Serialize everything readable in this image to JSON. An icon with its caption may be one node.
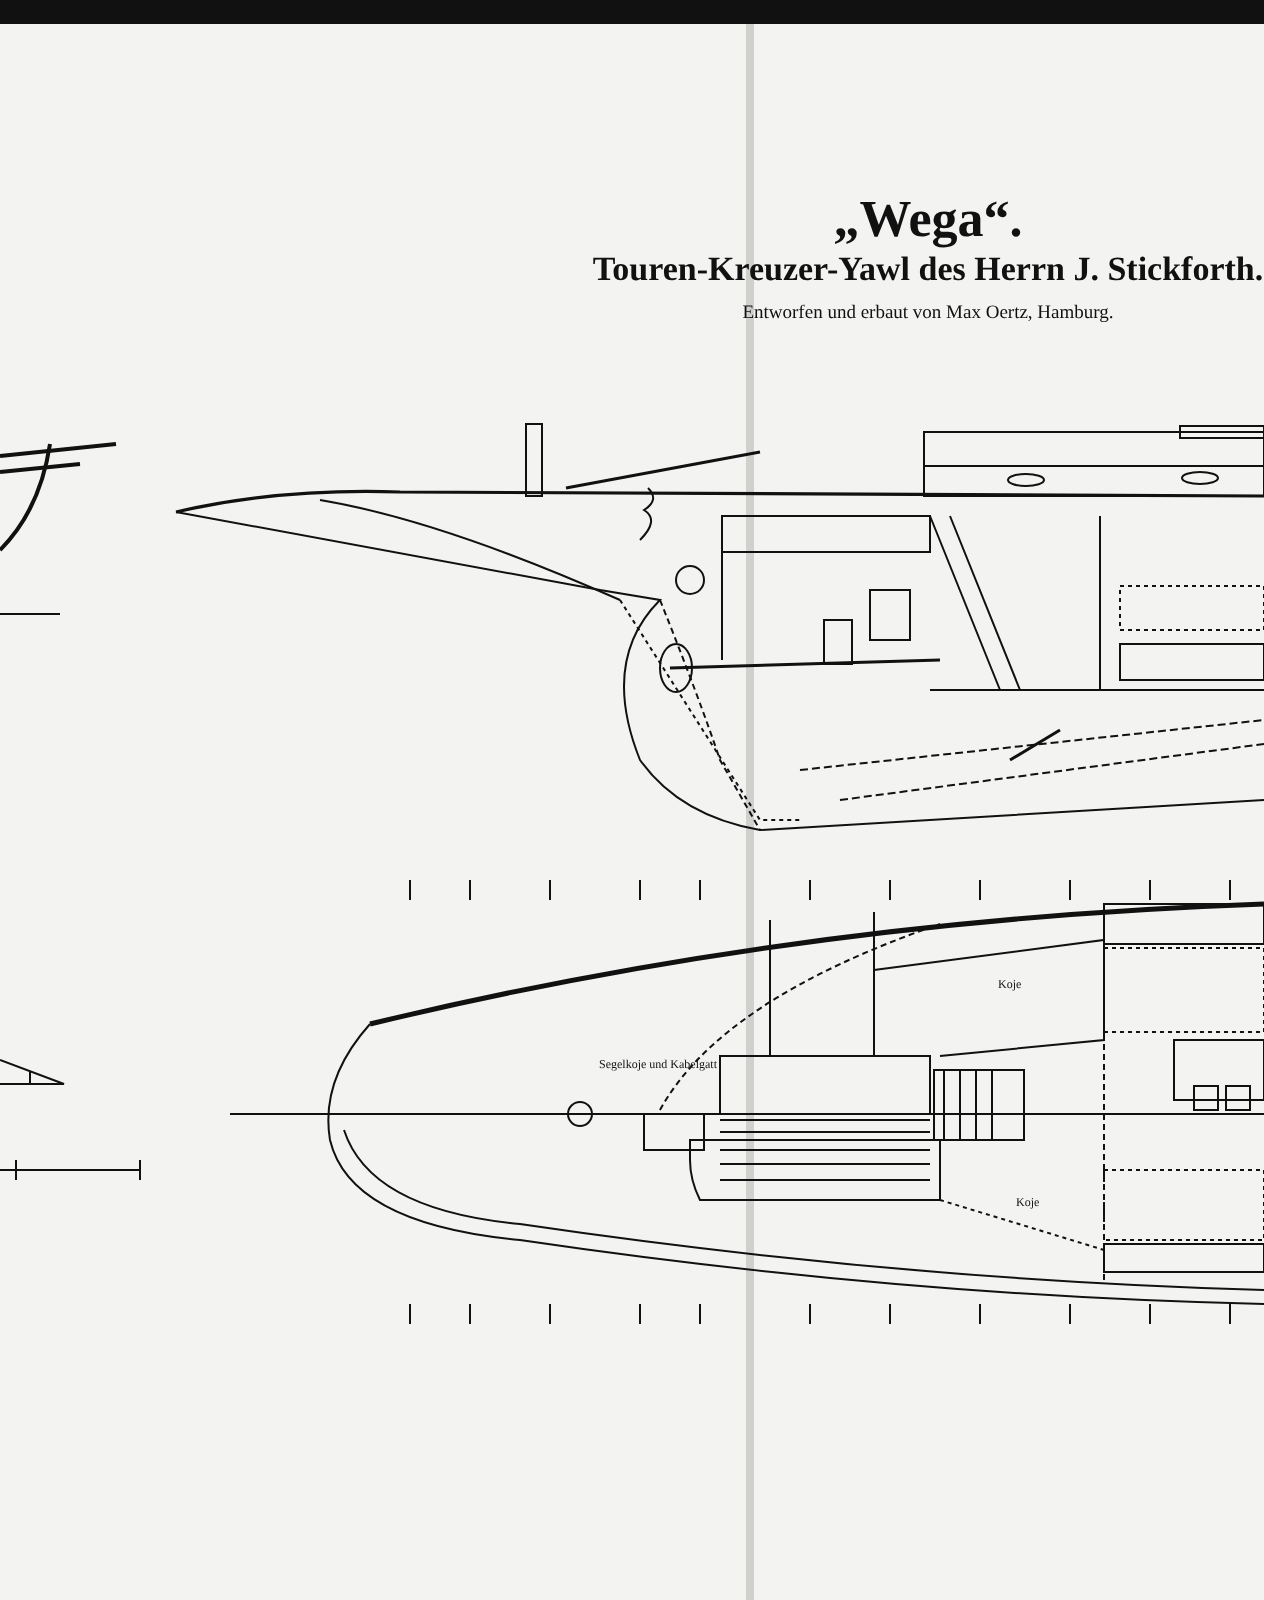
{
  "diagram": {
    "title": "„Wega“.",
    "labels": [
      "Touren-Kreuzer-Yawl des Herrn J. Stickforth.",
      "Entworfen und erbaut von Max Oertz, Hamburg.",
      "Koje",
      "Segelkoje und Kabelgatt",
      "Koje"
    ]
  }
}
